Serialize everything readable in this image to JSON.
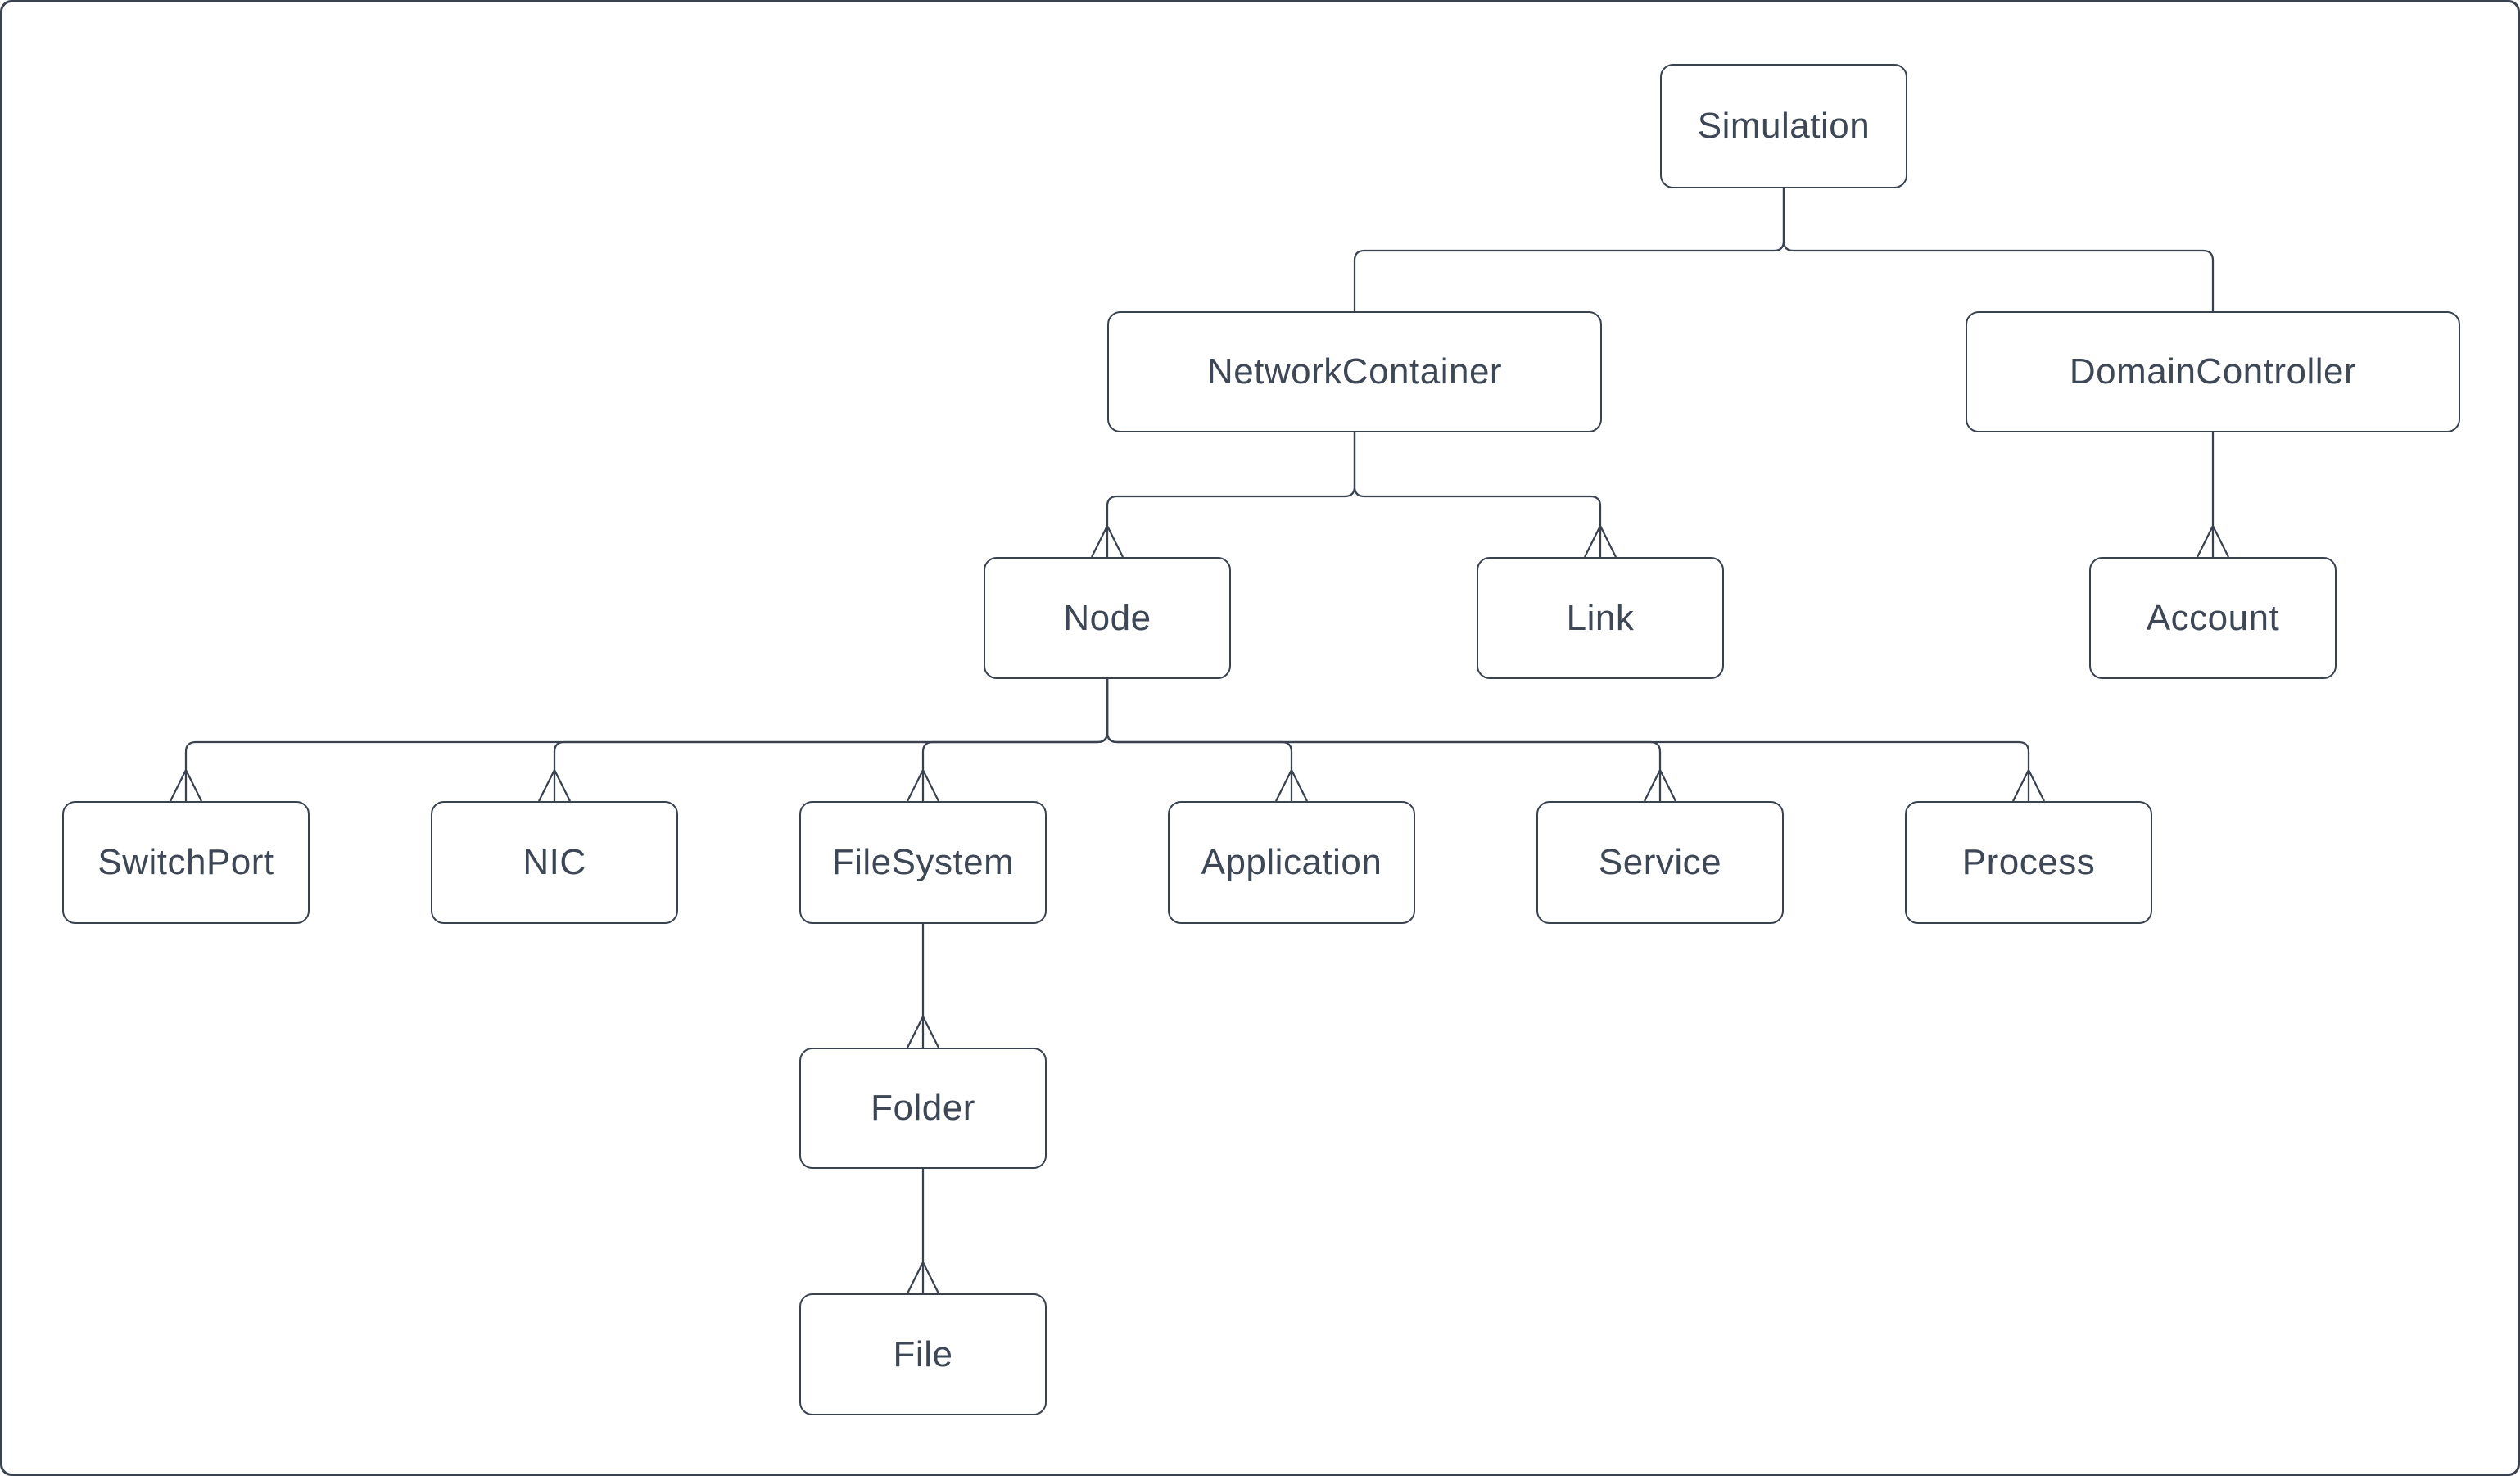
{
  "diagram": {
    "type": "hierarchy-tree",
    "colors": {
      "stroke": "#3a4250",
      "text": "#3d4755",
      "background": "#ffffff"
    },
    "nodes": [
      {
        "id": "simulation",
        "label": "Simulation"
      },
      {
        "id": "network-container",
        "label": "NetworkContainer"
      },
      {
        "id": "domain-controller",
        "label": "DomainController"
      },
      {
        "id": "node",
        "label": "Node"
      },
      {
        "id": "link",
        "label": "Link"
      },
      {
        "id": "account",
        "label": "Account"
      },
      {
        "id": "switch-port",
        "label": "SwitchPort"
      },
      {
        "id": "nic",
        "label": "NIC"
      },
      {
        "id": "file-system",
        "label": "FileSystem"
      },
      {
        "id": "application",
        "label": "Application"
      },
      {
        "id": "service",
        "label": "Service"
      },
      {
        "id": "process",
        "label": "Process"
      },
      {
        "id": "folder",
        "label": "Folder"
      },
      {
        "id": "file",
        "label": "File"
      }
    ],
    "edges": [
      {
        "from": "Simulation",
        "to": "NetworkContainer",
        "arrowhead": false
      },
      {
        "from": "Simulation",
        "to": "DomainController",
        "arrowhead": false
      },
      {
        "from": "NetworkContainer",
        "to": "Node",
        "arrowhead": true
      },
      {
        "from": "NetworkContainer",
        "to": "Link",
        "arrowhead": true
      },
      {
        "from": "DomainController",
        "to": "Account",
        "arrowhead": true
      },
      {
        "from": "Node",
        "to": "SwitchPort",
        "arrowhead": true
      },
      {
        "from": "Node",
        "to": "NIC",
        "arrowhead": true
      },
      {
        "from": "Node",
        "to": "FileSystem",
        "arrowhead": true
      },
      {
        "from": "Node",
        "to": "Application",
        "arrowhead": true
      },
      {
        "from": "Node",
        "to": "Service",
        "arrowhead": true
      },
      {
        "from": "Node",
        "to": "Process",
        "arrowhead": true
      },
      {
        "from": "FileSystem",
        "to": "Folder",
        "arrowhead": true
      },
      {
        "from": "Folder",
        "to": "File",
        "arrowhead": true
      }
    ]
  }
}
